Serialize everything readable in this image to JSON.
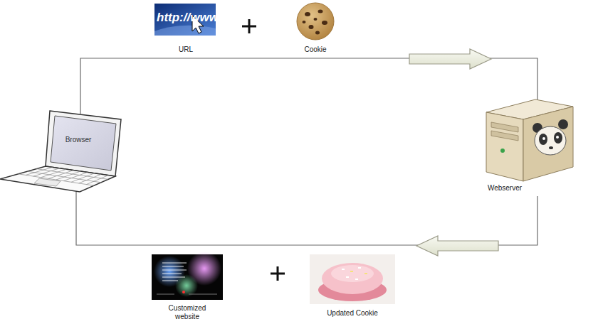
{
  "diagram": {
    "nodes": [
      {
        "text": [
          "http://www",
          "URL"
        ]
      },
      {
        "text": [
          "Cookie"
        ]
      },
      {
        "text": [
          "Browser"
        ]
      },
      {
        "text": [
          "Webserver"
        ]
      },
      {
        "text": [
          "Customized website"
        ]
      },
      {
        "text": [
          "Updated Cookie"
        ]
      }
    ],
    "edges": [
      {
        "from": 2,
        "to": 3,
        "arrow": "to"
      },
      {
        "from": 3,
        "to": 2,
        "arrow": "to"
      }
    ]
  }
}
